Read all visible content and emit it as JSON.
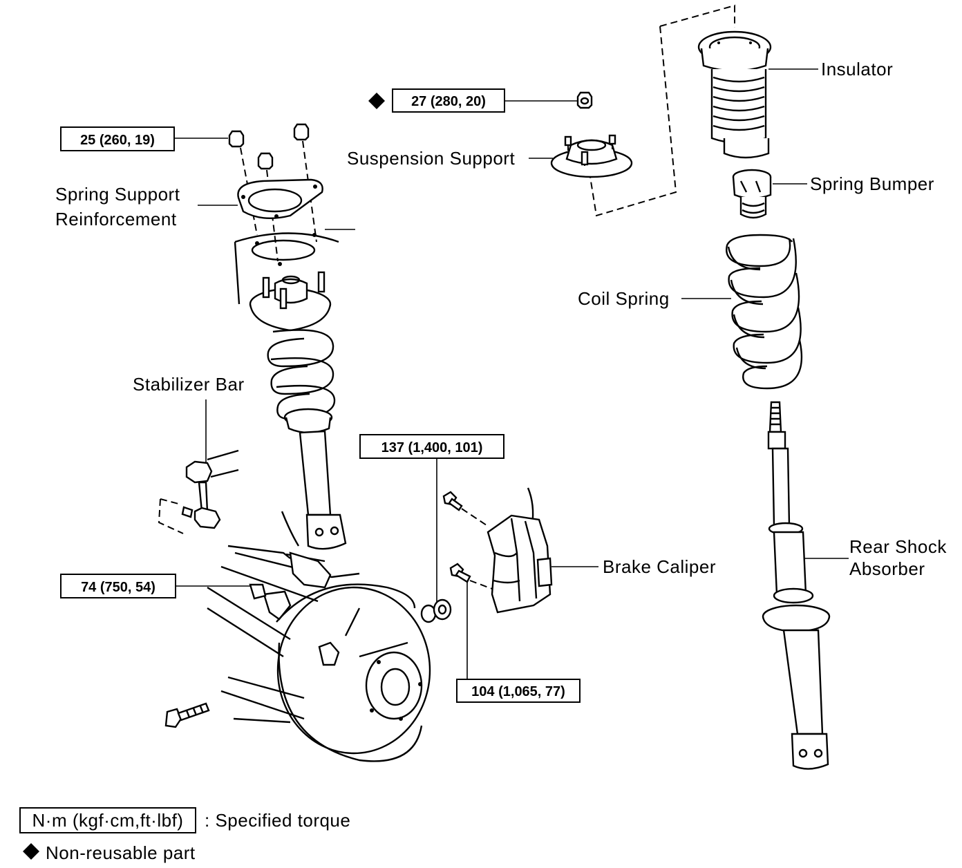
{
  "labels": {
    "insulator": "Insulator",
    "suspension_support": "Suspension Support",
    "spring_bumper": "Spring Bumper",
    "spring_support_reinforcement_1": "Spring Support",
    "spring_support_reinforcement_2": "Reinforcement",
    "coil_spring": "Coil Spring",
    "stabilizer_bar": "Stabilizer Bar",
    "brake_caliper": "Brake Caliper",
    "rear_shock_absorber_1": "Rear Shock",
    "rear_shock_absorber_2": "Absorber"
  },
  "torques": {
    "suspension_support_nut": "27 (280, 20)",
    "spring_support_nut": "25 (260, 19)",
    "caliper_upper": "137 (1,400, 101)",
    "stabilizer_link": "74 (750, 54)",
    "caliper_lower": "104 (1,065, 77)"
  },
  "legend": {
    "torque_box": "N·m (kgf·cm,ft·lbf)",
    "torque_desc": ": Specified torque",
    "nonreusable_desc": "Non-reusable part"
  },
  "icons": {
    "nonreusable": "black-diamond-icon"
  }
}
